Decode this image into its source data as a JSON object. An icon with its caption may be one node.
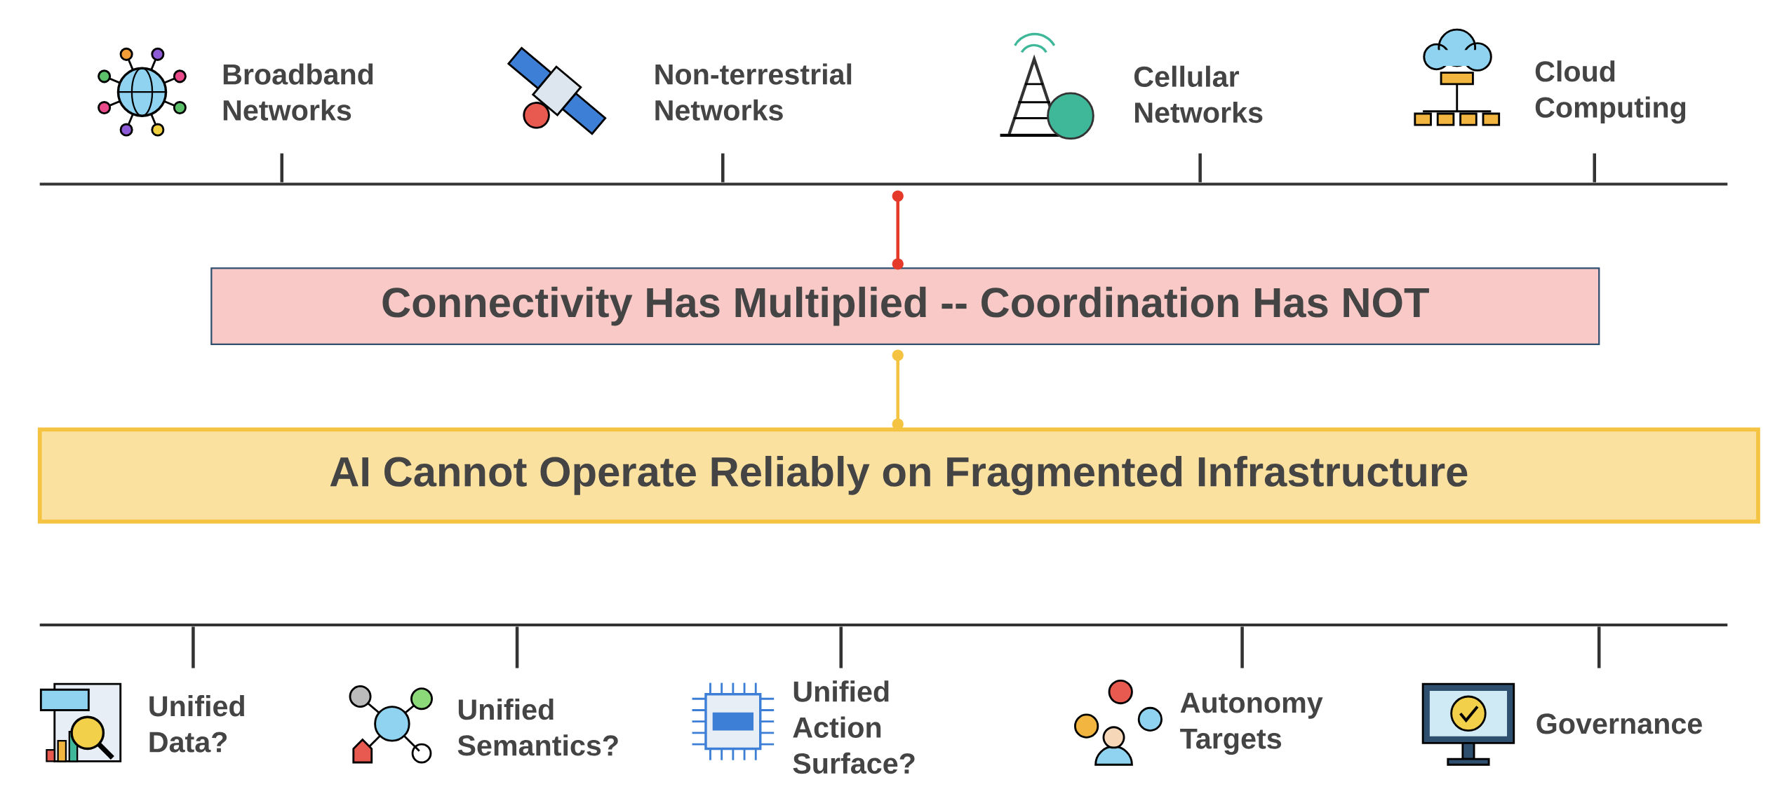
{
  "diagram": {
    "nodes": [
      {
        "text": [],
        "shape": "bar"
      },
      {
        "text": [
          "Broadband Networks"
        ]
      },
      {
        "text": [
          "Non-terrestrial Networks"
        ]
      },
      {
        "text": [
          "Cellular Networks"
        ]
      },
      {
        "text": [
          "Cloud Computing"
        ]
      },
      {
        "text": [
          "Connectivity Has Multiplied --  Coordination Has NOT"
        ]
      },
      {
        "text": [
          "AI Cannot Operate Reliably on  Fragmented Infrastructure"
        ]
      },
      {
        "text": [],
        "shape": "bar"
      },
      {
        "text": [
          "Unified Data?"
        ]
      },
      {
        "text": [
          "Unified Semantics?"
        ]
      },
      {
        "text": [
          "Unified Action Surface?"
        ]
      },
      {
        "text": [
          "Autonomy Targets"
        ]
      },
      {
        "text": [
          "Governance"
        ]
      }
    ],
    "edges": [
      {
        "from": 0,
        "to": 1,
        "arrow": "none"
      },
      {
        "from": 0,
        "to": 2,
        "arrow": "none"
      },
      {
        "from": 0,
        "to": 3,
        "arrow": "none"
      },
      {
        "from": 0,
        "to": 4,
        "arrow": "none"
      },
      {
        "from": 0,
        "to": 5,
        "arrow": "other",
        "color": "#e53a2a"
      },
      {
        "from": 5,
        "to": 6,
        "arrow": "other",
        "color": "#f5c342"
      },
      {
        "from": 7,
        "to": 8,
        "arrow": "none"
      },
      {
        "from": 7,
        "to": 9,
        "arrow": "none"
      },
      {
        "from": 7,
        "to": 10,
        "arrow": "none"
      },
      {
        "from": 7,
        "to": 11,
        "arrow": "none"
      },
      {
        "from": 7,
        "to": 12,
        "arrow": "none"
      }
    ]
  }
}
